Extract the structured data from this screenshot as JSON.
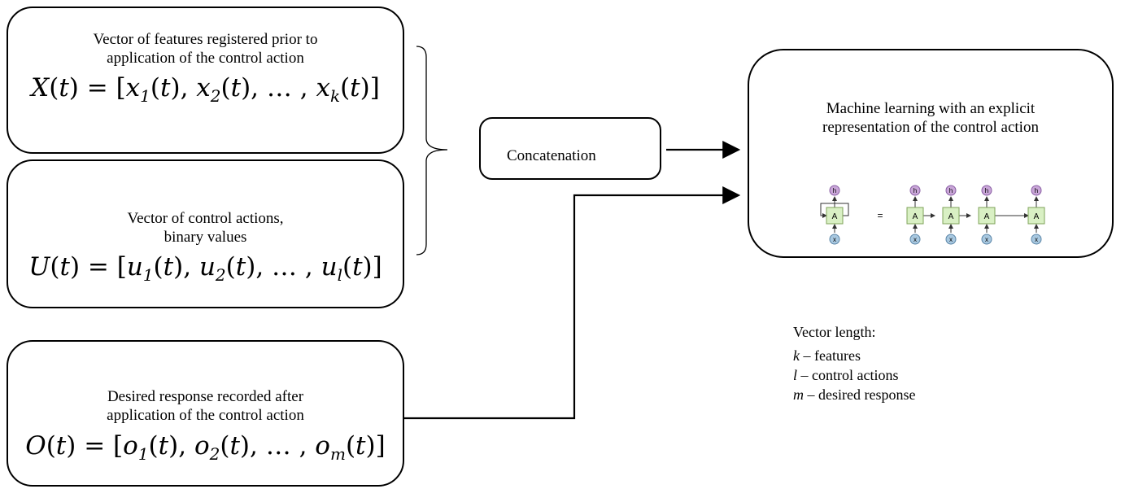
{
  "features_box": {
    "caption": [
      "Vector of features registered prior to",
      "application of the control action"
    ],
    "lhs": "X",
    "var": "x",
    "last_index": "k"
  },
  "control_box": {
    "caption": [
      "Vector of control actions,",
      "binary values"
    ],
    "lhs": "U",
    "var": "u",
    "last_index": "l"
  },
  "response_box": {
    "caption": [
      "Desired response recorded after",
      "application of the control action"
    ],
    "lhs": "O",
    "var": "o",
    "last_index": "m"
  },
  "concat_box": {
    "label": "Concatenation"
  },
  "ml_box": {
    "caption": [
      "Machine learning with an explicit",
      "representation of the control action"
    ],
    "rnn": {
      "cell_label": "A",
      "hidden_label": "h",
      "input_label": "x",
      "equals": "="
    }
  },
  "legend": {
    "title": "Vector length:",
    "items": [
      {
        "symbol": "k",
        "text": "– features"
      },
      {
        "symbol": "l",
        "text": "– control actions"
      },
      {
        "symbol": "m",
        "text": "– desired response"
      }
    ]
  },
  "colors": {
    "line": "#000000",
    "cell_fill": "#d9f0c4",
    "cell_stroke": "#7fa35a",
    "hidden_fill": "#c9a6d8",
    "hidden_stroke": "#8a5fa5",
    "input_fill": "#a8c8e0",
    "input_stroke": "#5b86a8"
  }
}
